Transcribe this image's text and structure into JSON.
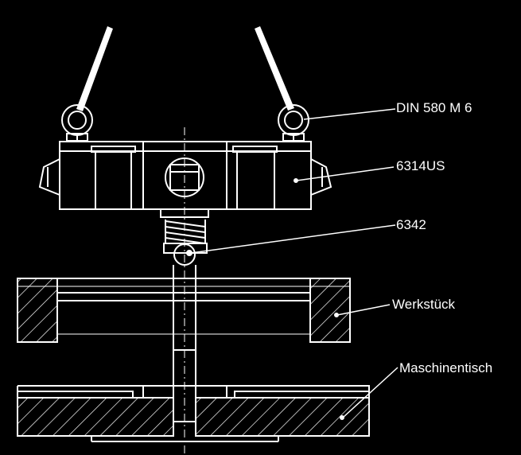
{
  "labels": {
    "eyebolt": "DIN 580 M 6",
    "clamp_head": "6314US",
    "ball_rod": "6342",
    "workpiece": "Werkstück",
    "machine_table": "Maschinentisch"
  },
  "colors": {
    "background": "#000000",
    "line": "#ffffff"
  }
}
